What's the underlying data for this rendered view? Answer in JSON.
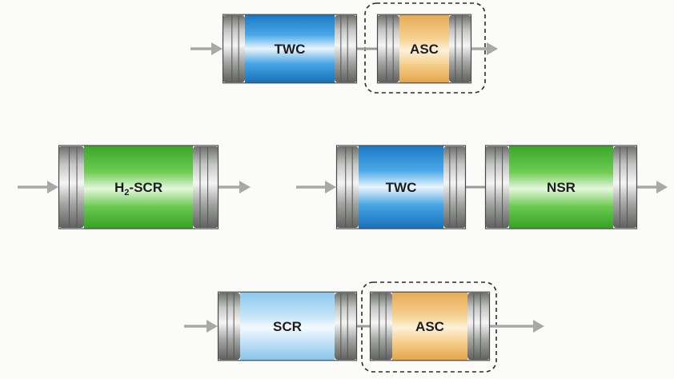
{
  "colors": {
    "twc_blue": "#2a90d8",
    "scr_light_blue": "#a8d6f2",
    "asc_orange": "#f0c27a",
    "green": "#4fbd3a",
    "steel": "#8c8e8c",
    "arrow": "#a7a9a7"
  },
  "rows": [
    {
      "name": "row-1",
      "components": [
        {
          "name": "twc-converter",
          "label": "TWC",
          "fill": "twc_blue",
          "grouped": false
        },
        {
          "name": "asc-converter",
          "label": "ASC",
          "fill": "asc_orange",
          "grouped": true
        }
      ]
    },
    {
      "name": "row-2a",
      "components": [
        {
          "name": "h2-scr-converter",
          "label": "H",
          "label_sub": "2",
          "label_suffix": "-SCR",
          "fill": "green",
          "grouped": false
        }
      ]
    },
    {
      "name": "row-2b",
      "components": [
        {
          "name": "twc-converter",
          "label": "TWC",
          "fill": "twc_blue",
          "grouped": false
        },
        {
          "name": "nsr-converter",
          "label": "NSR",
          "fill": "green",
          "grouped": false
        }
      ]
    },
    {
      "name": "row-3",
      "components": [
        {
          "name": "scr-converter",
          "label": "SCR",
          "fill": "scr_light_blue",
          "grouped": false
        },
        {
          "name": "asc-converter",
          "label": "ASC",
          "fill": "asc_orange",
          "grouped": true
        }
      ]
    }
  ]
}
